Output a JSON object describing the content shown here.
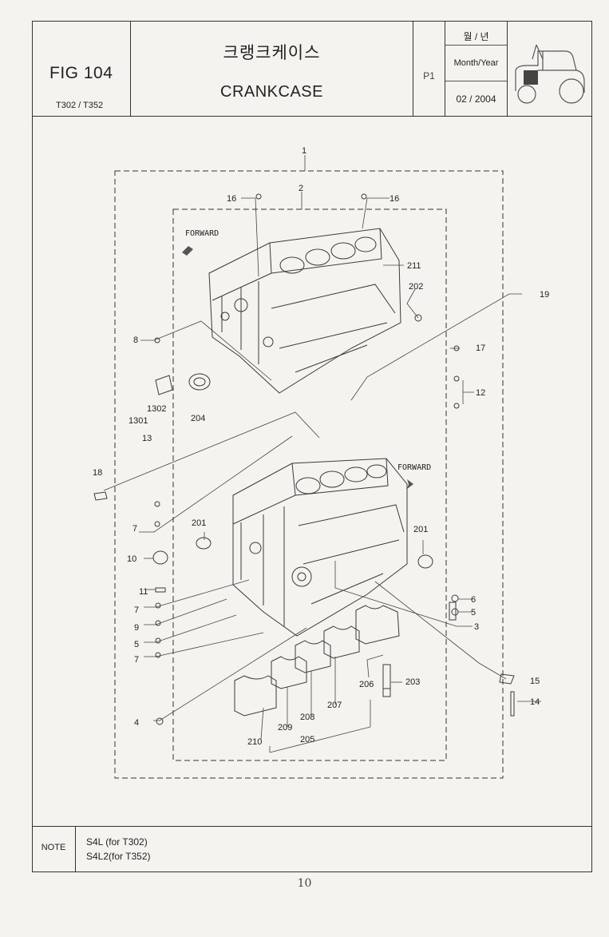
{
  "header": {
    "fig_no": "FIG 104",
    "models": "T302 / T352",
    "title_ko": "크랭크케이스",
    "title_en": "CRANKCASE",
    "page": "P1",
    "date_label_ko": "월 / 년",
    "date_label_en": "Month/Year",
    "date": "02 / 2004"
  },
  "diagram": {
    "forward_text": "FORWARD",
    "callouts": [
      "1",
      "2",
      "16",
      "16",
      "211",
      "202",
      "19",
      "8",
      "17",
      "12",
      "1302",
      "1301",
      "13",
      "204",
      "18",
      "7",
      "201",
      "201",
      "10",
      "11",
      "6",
      "5",
      "3",
      "7",
      "9",
      "5",
      "7",
      "15",
      "14",
      "203",
      "206",
      "4",
      "210",
      "209",
      "208",
      "207",
      "205"
    ]
  },
  "notes": {
    "label": "NOTE",
    "lines": [
      "S4L  (for T302)",
      "S4L2(for T352)"
    ]
  },
  "footer": {
    "page_number": "10"
  }
}
